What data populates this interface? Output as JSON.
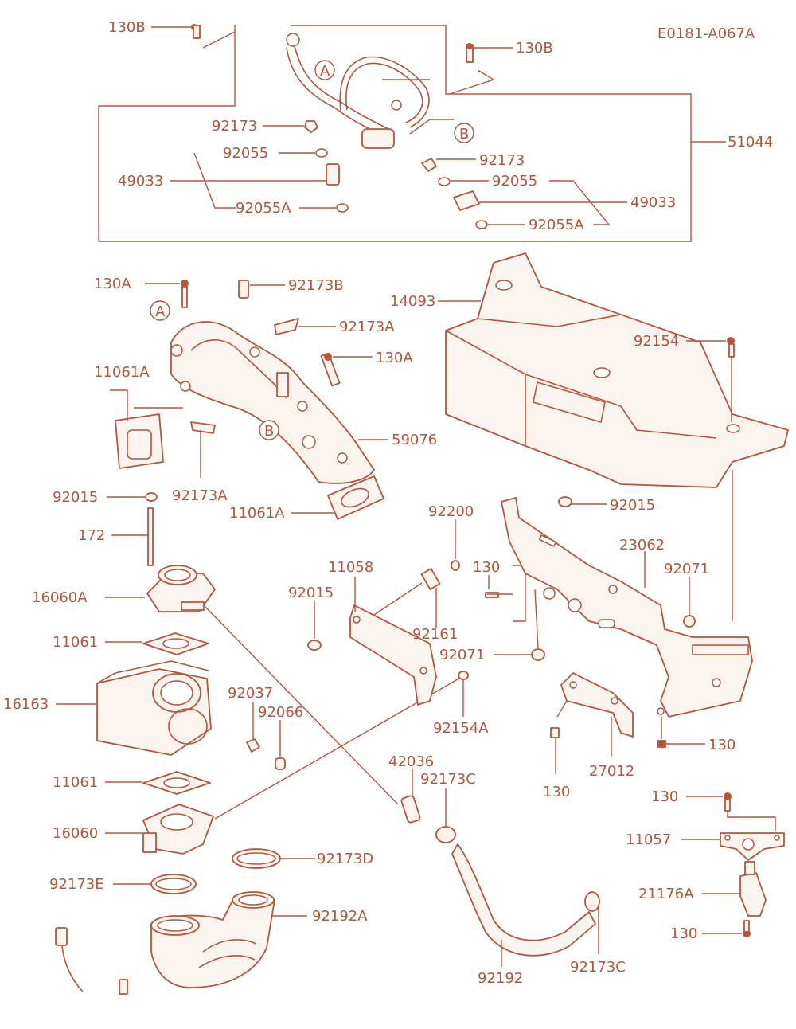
{
  "diagram_id": "E0181-A067A",
  "callouts": {
    "A": "A",
    "B": "B"
  },
  "labels": {
    "l130B_1": "130B",
    "l130B_2": "130B",
    "l92173_1": "92173",
    "l92173_2": "92173",
    "l92055_1": "92055",
    "l92055_2": "92055",
    "l49033_1": "49033",
    "l49033_2": "49033",
    "l92055A_1": "92055A",
    "l92055A_2": "92055A",
    "l51044": "51044",
    "l130A_1": "130A",
    "l130A_2": "130A",
    "l92173B": "92173B",
    "l92173A_1": "92173A",
    "l92173A_2": "92173A",
    "l14093": "14093",
    "l92154": "92154",
    "l11061A_1": "11061A",
    "l11061A_2": "11061A",
    "l59076": "59076",
    "l92015_1": "92015",
    "l92015_2": "92015",
    "l92015_3": "92015",
    "l172": "172",
    "l16060A": "16060A",
    "l11061_1": "11061",
    "l11061_2": "11061",
    "l16163": "16163",
    "l92037": "92037",
    "l92066": "92066",
    "l16060": "16060",
    "l92173E": "92173E",
    "l92173D": "92173D",
    "l92192A": "92192A",
    "l92200": "92200",
    "l11058": "11058",
    "l130_1": "130",
    "l92161": "92161",
    "l92071_1": "92071",
    "l92071_2": "92071",
    "l92154A": "92154A",
    "l23062": "23062",
    "l130_2": "130",
    "l130_3": "130",
    "l27012": "27012",
    "l42036": "42036",
    "l92173C_1": "92173C",
    "l92173C_2": "92173C",
    "l92192": "92192",
    "l130_4": "130",
    "l11057": "11057",
    "l21176A": "21176A",
    "l130_5": "130"
  }
}
